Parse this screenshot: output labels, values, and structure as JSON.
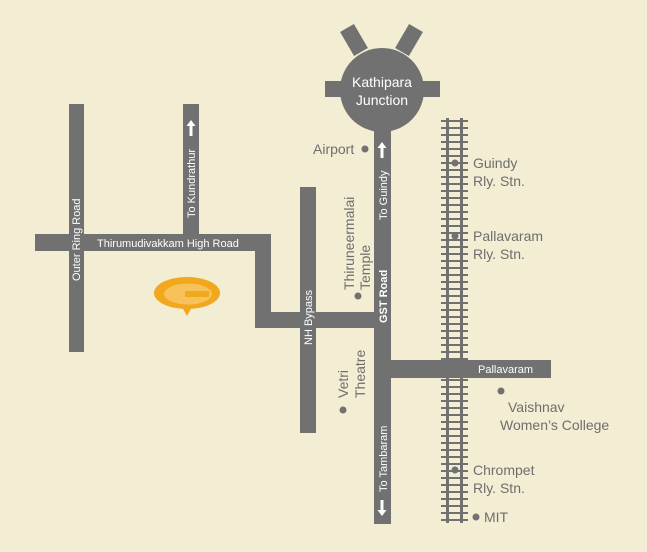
{
  "colors": {
    "background": "#f3edd3",
    "road": "#717171",
    "rail": "#717171",
    "label_on_road": "#ffffff",
    "place_text": "#6e6e6e",
    "logo": "#f2a81d",
    "logo_inner": "#f7c25a"
  },
  "logo": {
    "icon": "location-pin-logo"
  },
  "junction": {
    "line1": "Kathipara",
    "line2": "Junction"
  },
  "roads": {
    "outer_ring": "Outer Ring Road",
    "thirumudivakkam": "Thirumudivakkam High Road",
    "to_kundrathur": "To Kundrathur",
    "nh_bypass": "NH Bypass",
    "gst": "GST Road",
    "to_guindy": "To Guindy",
    "to_tambaram": "To Tambaram",
    "pallavaram": "Pallavaram"
  },
  "places": {
    "airport": "Airport",
    "temple_line1": "Thiruneermalai",
    "temple_line2": "Temple",
    "vetri_line1": "Vetri",
    "vetri_line2": "Theatre",
    "guindy_line1": "Guindy",
    "guindy_line2": "Rly. Stn.",
    "pallavaram_line1": "Pallavaram",
    "pallavaram_line2": "Rly. Stn.",
    "vaishnav_line1": "Vaishnav",
    "vaishnav_line2": "Women’s College",
    "chrompet_line1": "Chrompet",
    "chrompet_line2": "Rly. Stn.",
    "mit": "MIT"
  }
}
